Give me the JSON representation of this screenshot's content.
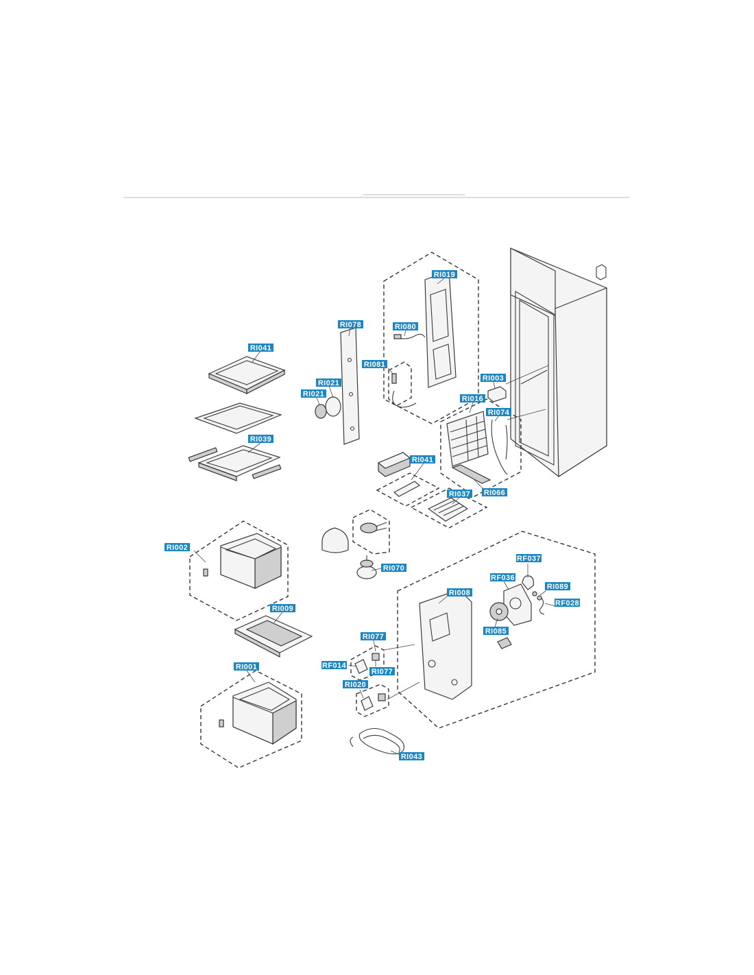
{
  "labels": {
    "ri041_top": "RI041",
    "ri039": "RI039",
    "ri078": "RI078",
    "ri021_a": "RI021",
    "ri021_b": "RI021",
    "ri019": "RI019",
    "ri080": "RI080",
    "ri081": "RI081",
    "ri003": "RI003",
    "ri016": "RI016",
    "ri074": "RI074",
    "ri041_mid": "RI041",
    "ri066": "RI066",
    "ri037": "RI037",
    "ri002": "RI002",
    "ri070": "RI070",
    "rf037": "RF037",
    "rf036": "RF036",
    "ri089": "RI089",
    "ri008": "RI008",
    "rf028": "RF028",
    "ri009": "RI009",
    "ri085": "RI085",
    "ri077_a": "RI077",
    "rf014": "RF014",
    "ri077_b": "RI077",
    "ri001": "RI001",
    "ri020": "RI020",
    "ri043": "RI043"
  },
  "colors": {
    "tag_background": "#1a87c4",
    "tag_text": "#ffffff",
    "line": "#333333"
  }
}
